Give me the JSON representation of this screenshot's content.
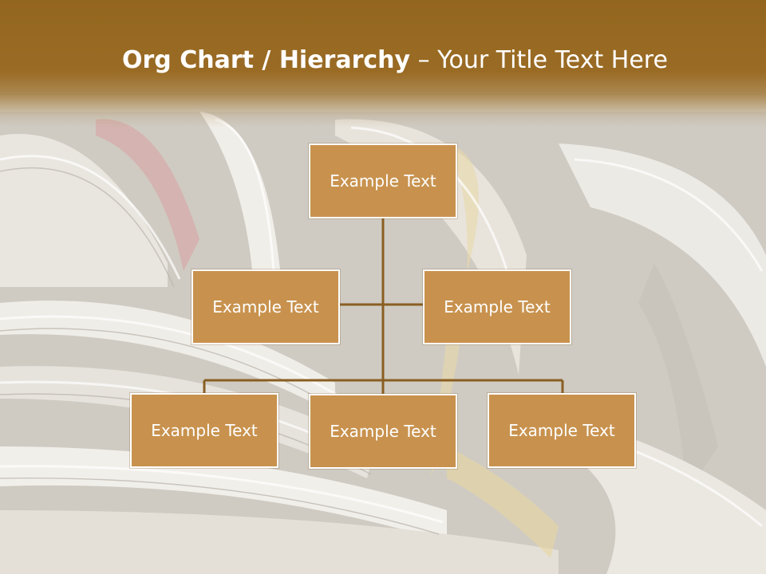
{
  "title": {
    "bold": "Org Chart / Hierarchy",
    "dash": " – ",
    "regular": "Your Title Text Here"
  },
  "nodes": [
    {
      "id": "root",
      "label": "Example Text"
    },
    {
      "id": "assistant-left",
      "label": "Example Text"
    },
    {
      "id": "assistant-right",
      "label": "Example Text"
    },
    {
      "id": "child-left",
      "label": "Example Text"
    },
    {
      "id": "child-center",
      "label": "Example Text"
    },
    {
      "id": "child-right",
      "label": "Example Text"
    }
  ],
  "colors": {
    "header": "#9a6b24",
    "box_fill": "#c8924e",
    "box_border": "#ffffff",
    "connector": "#8a5e22"
  }
}
